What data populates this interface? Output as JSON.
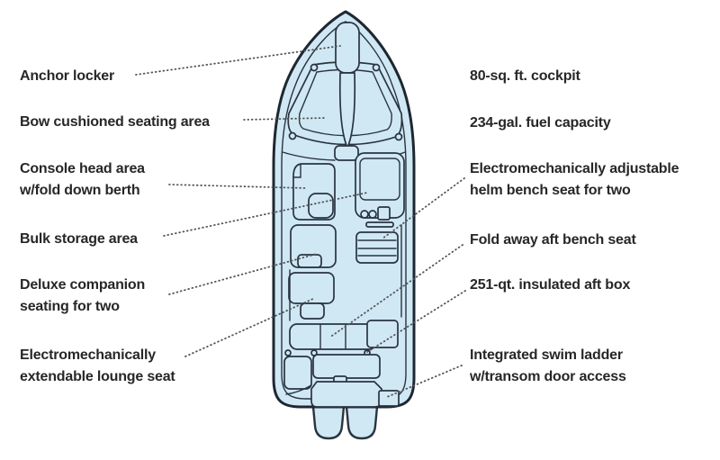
{
  "diagram": {
    "name": "Boat deck plan top view with feature callouts",
    "colors": {
      "hull_fill": "#cfe8f4",
      "hull_outline": "#1e2731",
      "detail_line": "#2a3340",
      "leader_line": "#555555",
      "label_text": "#272727"
    },
    "labels": {
      "left": [
        {
          "text": "Anchor locker"
        },
        {
          "text": "Bow cushioned seating area"
        },
        {
          "text": "Console head area\nw/fold down berth"
        },
        {
          "text": "Bulk storage area"
        },
        {
          "text": "Deluxe companion\nseating for two"
        },
        {
          "text": "Electromechanically\nextendable lounge seat"
        }
      ],
      "right": [
        {
          "text": "80-sq. ft. cockpit"
        },
        {
          "text": "234-gal. fuel capacity"
        },
        {
          "text": "Electromechanically adjustable\nhelm bench seat for two"
        },
        {
          "text": "Fold away aft bench seat"
        },
        {
          "text": "251-qt. insulated aft box"
        },
        {
          "text": "Integrated swim ladder\nw/transom door access"
        }
      ]
    }
  }
}
